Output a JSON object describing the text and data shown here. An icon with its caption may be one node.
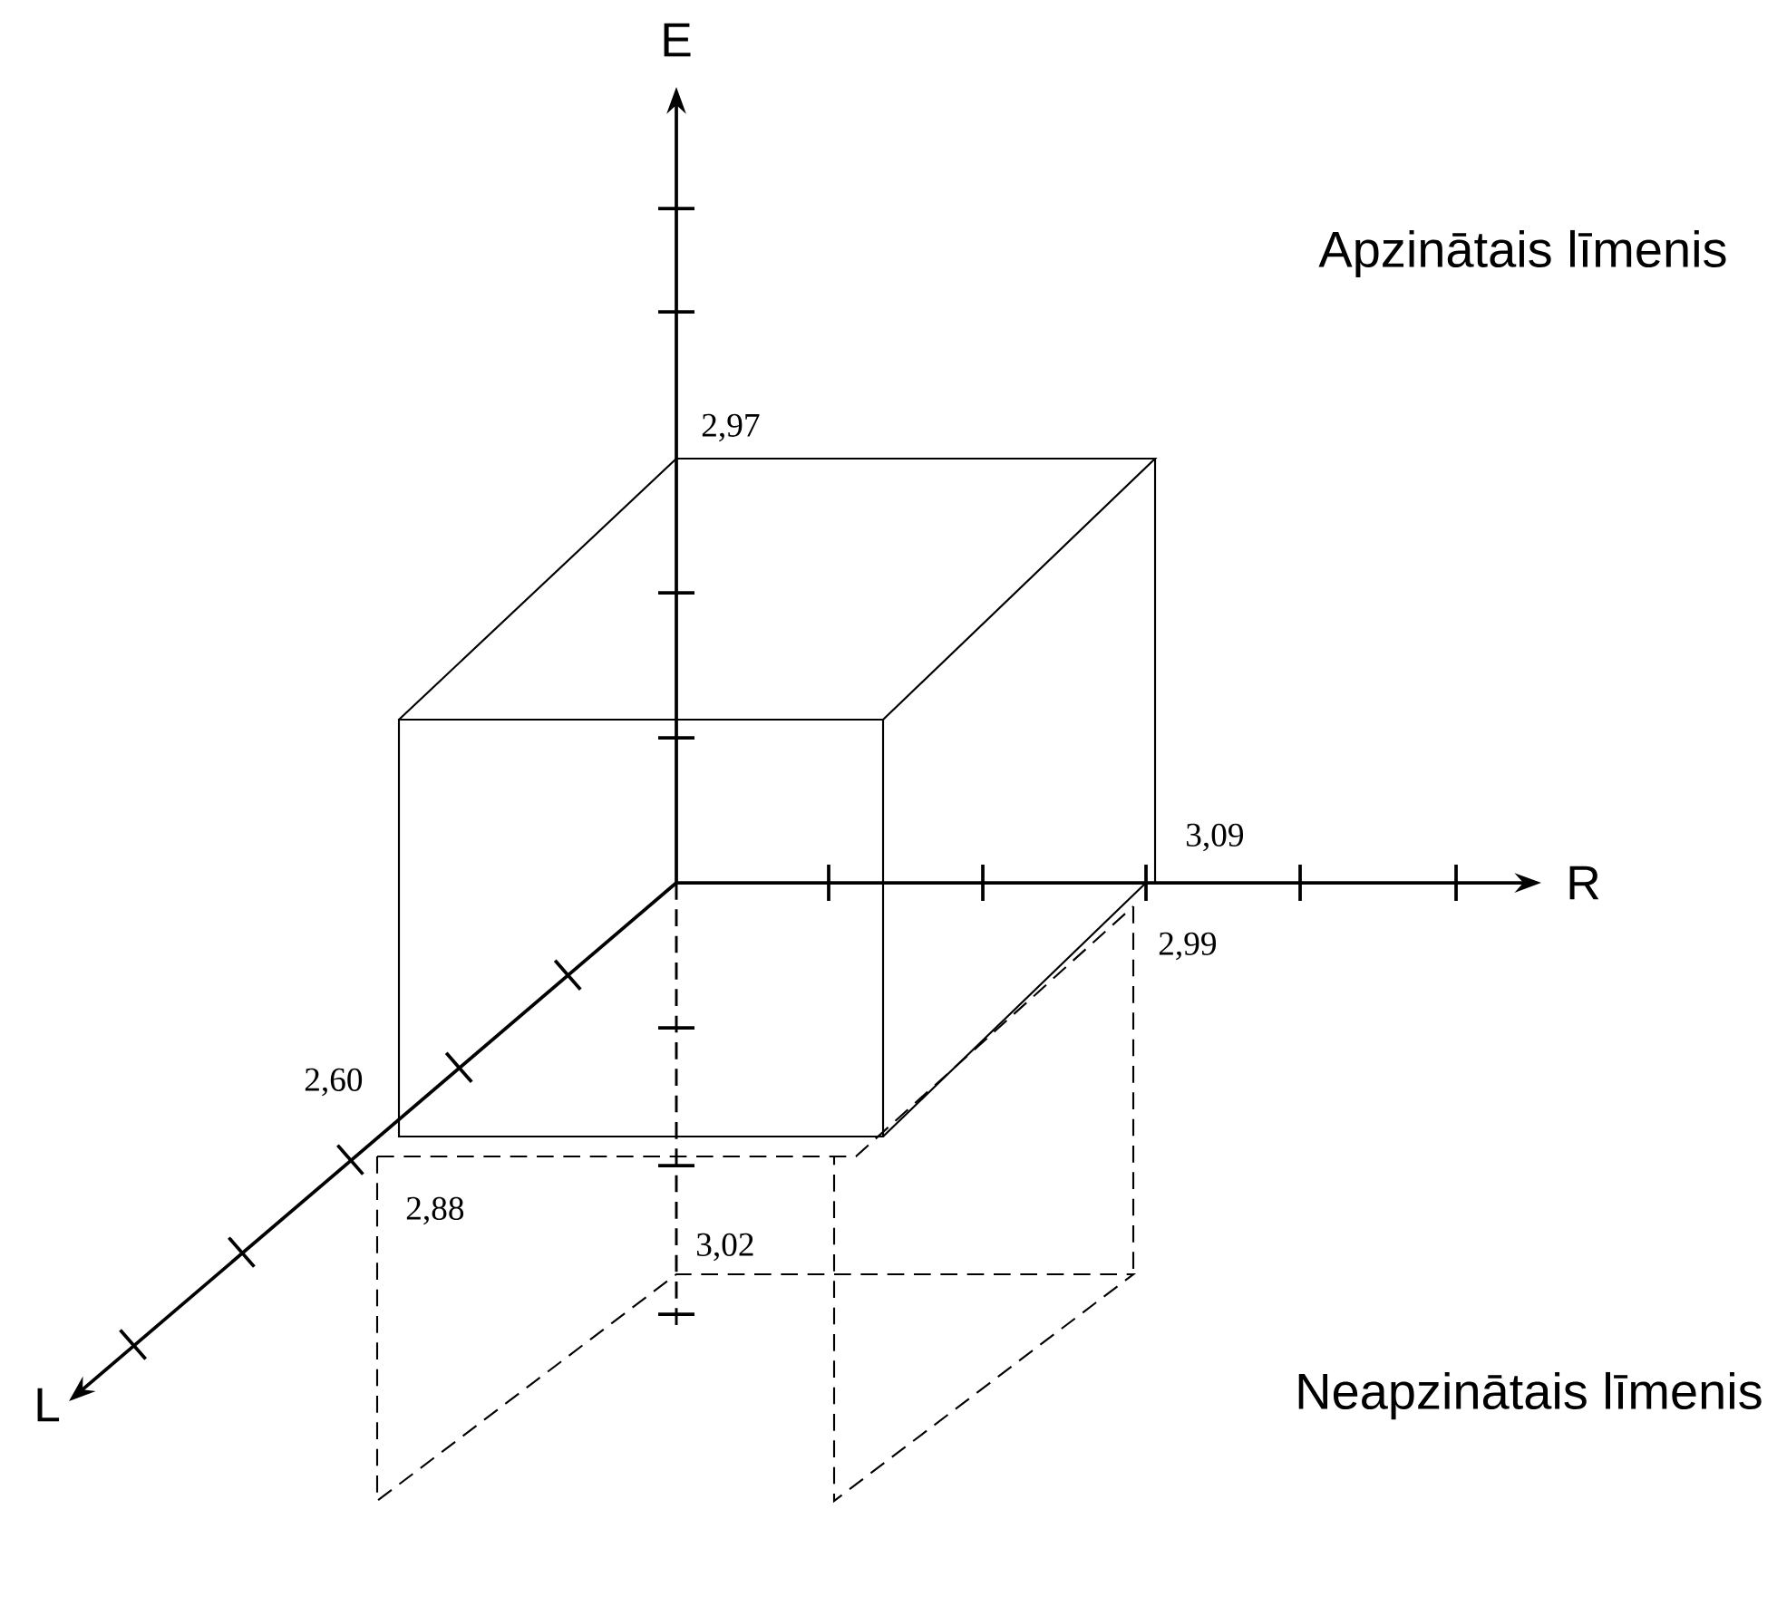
{
  "diagram": {
    "labels": [
      "E",
      "Apzinātais līmenis",
      "2,97",
      "3,09",
      "R",
      "2,99",
      "2,60",
      "2,88",
      "3,02",
      "L",
      "Neapzinātais līmenis"
    ]
  }
}
